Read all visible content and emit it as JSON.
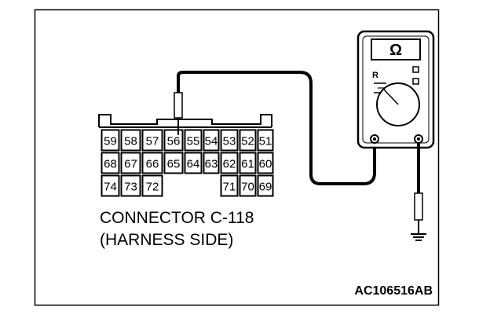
{
  "connector": {
    "rows": [
      [
        "59",
        "58",
        "57",
        "56",
        "55",
        "54",
        "53",
        "52",
        "51"
      ],
      [
        "68",
        "67",
        "66",
        "65",
        "64",
        "63",
        "62",
        "61",
        "60"
      ],
      [
        "74",
        "73",
        "72",
        "",
        "",
        "",
        "71",
        "70",
        "69"
      ]
    ],
    "probed_pin": "56"
  },
  "caption": {
    "line1": "CONNECTOR C-118",
    "line2": "(HARNESS SIDE)"
  },
  "meter": {
    "display_symbol": "Ω",
    "range_label": "R",
    "icon": "ohmmeter-icon"
  },
  "ground_icon": "ground-symbol-icon",
  "figure_code": "AC106516AB"
}
